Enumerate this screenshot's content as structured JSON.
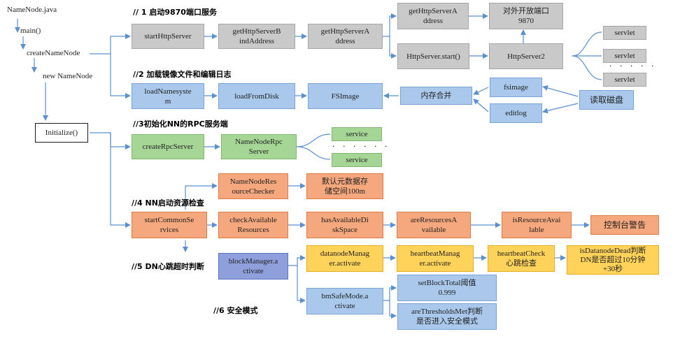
{
  "colors": {
    "line": "#5a8fd0",
    "gray": "#c9c9c9",
    "blue": "#a9c8eb",
    "green": "#a6d696",
    "orange": "#f5a77d",
    "yellow": "#ffd25a",
    "purple": "#8e9fdb"
  },
  "tree": {
    "namenode_java": "NameNode.java",
    "main": "main()",
    "create_namenode": "createNameNode",
    "new_namenode": "new NameNode",
    "initialize": "Initialize()"
  },
  "headers": {
    "h1": "// 1 启动9870端口服务",
    "h2": "//2 加载镜像文件和编辑日志",
    "h3": "//3初始化NN的RPC服务端",
    "h4": "//4 NN启动资源检查",
    "h5": "//5 DN心跳超时判断",
    "h6": "//6 安全模式"
  },
  "row1": {
    "start_http_server": "startHttpServer",
    "get_http_server_bind_address": "getHttpServerB\nindAddress",
    "get_http_server_address": "getHttpServerA\nddress",
    "get_http_server_address_2": "getHttpServerA\nddress",
    "external_port": "对外开放端口\n9870",
    "http_server_start": "HttpServer.start()",
    "http_server2": "HttpServer2",
    "servlet_1": "servlet",
    "servlet_2": "servlet",
    "servlet_3": "servlet",
    "servlet_dots": "· · · · ·"
  },
  "row2": {
    "load_namesystem": "loadNamesyste\nm",
    "load_from_disk": "loadFromDisk",
    "fsimage_main": "FSImage",
    "memory_merge": "内存合并",
    "fsimage_file": "fsimage",
    "editlog": "editlog",
    "read_disk": "读取磁盘"
  },
  "row3": {
    "create_rpc_server": "createRpcServer",
    "namenode_rpc_server": "NameNodeRpc\nServer",
    "service_1": "service",
    "service_2": "service",
    "service_dots": "· · · · · ·"
  },
  "row4": {
    "namenode_resource_checker": "NameNodeRes\nourceChecker",
    "default_storage": "默认元数据存\n储空间100m",
    "start_common_services": "startCommonSe\nrvices",
    "check_available_resources": "checkAvailable\nResources",
    "has_available_disk_space": "hasAvailableDi\nskSpace",
    "are_resources_available": "areResourcesA\nvailable",
    "is_resource_available": "isResourceAvai\nlable",
    "console_warning": "控制台警告"
  },
  "row5": {
    "block_manager_activate": "blockManager.a\nctivate",
    "datanode_manager_activate": "datanodeManag\ner.activate",
    "heartbeat_manager_activate": "heartbeatManag\ner.activate",
    "heartbeat_check": "heartbeatCheck\n心跳检查",
    "is_datanode_dead": "isDatanodeDead判断\nDN是否超过10分钟\n+30秒"
  },
  "row6": {
    "bm_safe_mode_activate": "bmSafeMode.a\nctivate",
    "set_block_total": "setBlockTotal阈值\n0.999",
    "are_thresholds_met": "areThresholdsMet判断\n是否进入安全模式"
  }
}
